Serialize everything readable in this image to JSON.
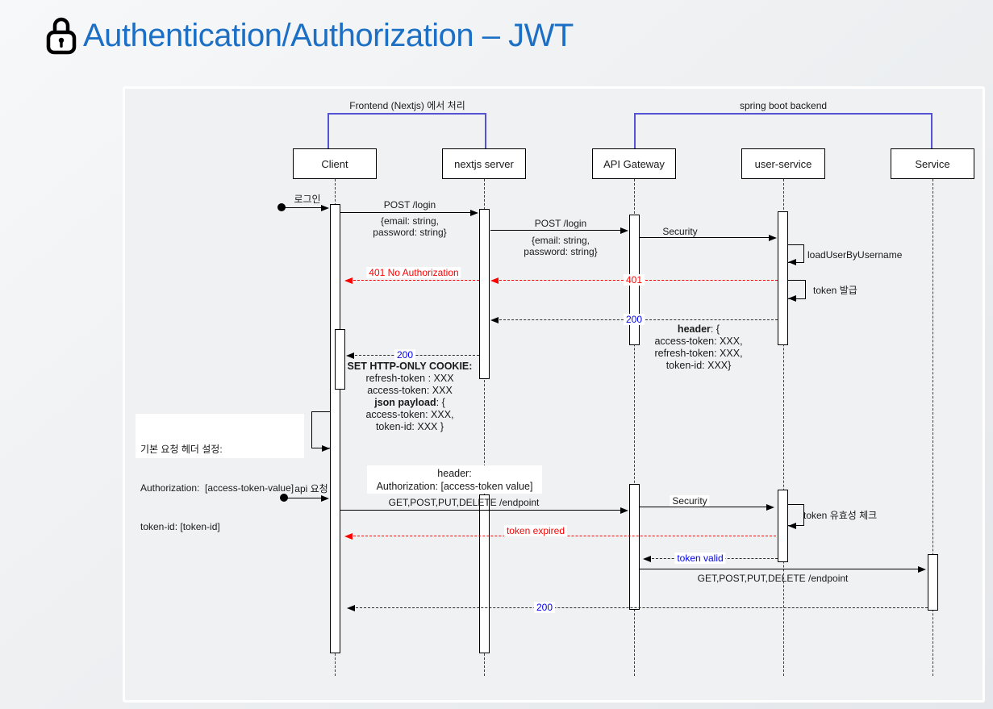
{
  "title": {
    "text": "Authentication/Authorization – JWT"
  },
  "groups": {
    "frontend": "Frontend (Nextjs) 에서 처리",
    "backend": "spring boot backend"
  },
  "participants": {
    "client": "Client",
    "nextjs": "nextjs server",
    "gateway": "API Gateway",
    "user_service": "user-service",
    "service": "Service"
  },
  "messages": {
    "login_trigger": "로그인",
    "post_login": "POST /login",
    "login_body": "{email: string,\npassword: string}",
    "security": "Security",
    "load_user": "loadUserByUsername",
    "status_401": "401",
    "no_authorization": "401 No Authorization",
    "issue_token": "token 발급",
    "status_200": "200",
    "api_request": "api 요청",
    "endpoint_call": "GET,POST,PUT,DELETE /endpoint",
    "token_check": "token 유효성 체크",
    "token_expired": "token expired",
    "token_valid": "token valid"
  },
  "blocks": {
    "header_response": {
      "bold": "header",
      "rest": ": {",
      "l1": "access-token: XXX,",
      "l2": "refresh-token: XXX,",
      "l3": "token-id: XXX}"
    },
    "set_cookie": {
      "title": "SET HTTP-ONLY COOKIE:",
      "refresh": "refresh-token : XXX",
      "access": "access-token: XXX",
      "json_bold": "json payload",
      "json_rest": ": {",
      "access2": "access-token: XXX,",
      "token_id": "token-id: XXX }"
    },
    "note": {
      "l1": "기본 요청 헤더 설정:",
      "l2": "Authorization:  [access-token-value]",
      "l3": "token-id: [token-id]"
    },
    "request_header": {
      "l1": "header:",
      "l2": "Authorization: [access-token value]"
    }
  },
  "colors": {
    "title_blue": "#1b6fc4",
    "bracket_blue": "#5353d4",
    "error_red": "#ff0000",
    "status_blue": "#0000ee"
  }
}
